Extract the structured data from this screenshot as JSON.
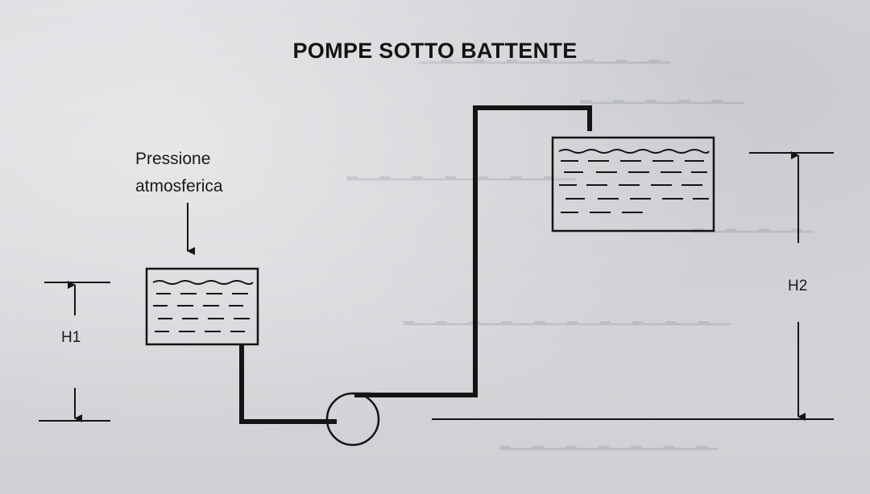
{
  "diagram": {
    "title": "POMPE SOTTO BATTENTE",
    "pressure_label_line1": "Pressione",
    "pressure_label_line2": "atmosferica",
    "h1_label": "H1",
    "h2_label": "H2"
  },
  "colors": {
    "ink": "#141414",
    "paper": "#d9dadc"
  }
}
